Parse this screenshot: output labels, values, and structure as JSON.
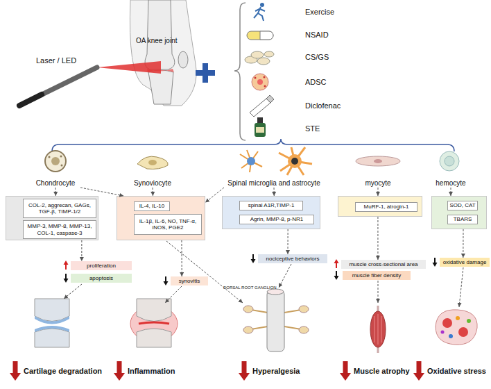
{
  "diagram": {
    "nodes": [
      {
        "text": [
          "Chondrocyte"
        ]
      },
      {
        "text": [
          "Synoviocyte"
        ]
      },
      {
        "text": [
          "Spinal microglia and astrocyte"
        ]
      },
      {
        "text": [
          "myocyte"
        ]
      },
      {
        "text": [
          "hemocyte"
        ]
      },
      {
        "text": []
      },
      {
        "text": [
          "COL-2, aggrecan, GAGs, TGF-β, TIMP-1/2"
        ],
        "in": 5
      },
      {
        "text": [
          "MMP-3, MMP-8, MMP-13, COL-1, caspase-3"
        ],
        "in": 5
      },
      {
        "text": []
      },
      {
        "text": [
          "IL-4, IL-10"
        ],
        "in": 8
      },
      {
        "text": [
          "IL-1β, IL-6, NO, TNF-α, iNOS, PGE2"
        ],
        "in": 8
      },
      {
        "text": []
      },
      {
        "text": [
          "spinal A1R,TIMP-1"
        ],
        "in": 11
      },
      {
        "text": [
          "Agrin, MMP-8, p-NR1"
        ],
        "in": 11
      },
      {
        "text": []
      },
      {
        "text": [
          "MuRF-1, atrogin-1"
        ],
        "in": 14
      },
      {
        "text": []
      },
      {
        "text": [
          "SOD, CAT"
        ],
        "in": 16
      },
      {
        "text": [
          "TBARS"
        ],
        "in": 16
      },
      {
        "text": [
          "proliferation"
        ]
      },
      {
        "text": [
          "apoptosis"
        ]
      },
      {
        "text": [
          "synovitis"
        ]
      },
      {
        "text": [
          "nociceptive behaviors"
        ]
      },
      {
        "text": [
          "muscle cross-sectional area"
        ]
      },
      {
        "text": [
          "muscle fiber density"
        ]
      },
      {
        "text": [
          "oxidative damage"
        ]
      }
    ],
    "edges": [
      {
        "from": 0,
        "to": 5,
        "arrow": "to"
      },
      {
        "from": 0,
        "to": 8,
        "arrow": "to"
      },
      {
        "from": 1,
        "to": 8,
        "arrow": "to"
      },
      {
        "from": 2,
        "to": 11,
        "arrow": "to"
      },
      {
        "from": 2,
        "to": 8,
        "arrow": "to"
      },
      {
        "from": 3,
        "to": 14,
        "arrow": "to"
      },
      {
        "from": 4,
        "to": 16,
        "arrow": "to"
      },
      {
        "from": 5,
        "to": 19,
        "arrow": "to"
      },
      {
        "from": 8,
        "to": 21,
        "arrow": "to"
      },
      {
        "from": 11,
        "to": 22,
        "arrow": "to"
      },
      {
        "from": 14,
        "to": 23,
        "arrow": "to"
      },
      {
        "from": 16,
        "to": 25,
        "arrow": "to"
      }
    ],
    "labels": [
      "OA knee joint",
      "Laser / LED",
      "Exercise",
      "NSAID",
      "CS/GS",
      "ADSC",
      "Diclofenac",
      "STE",
      "DORSAL ROOT GANGLION",
      "Cartilage degradation",
      "Inflammation",
      "Hyperalgesia",
      "Muscle atrophy",
      "Oxidative stress"
    ]
  }
}
